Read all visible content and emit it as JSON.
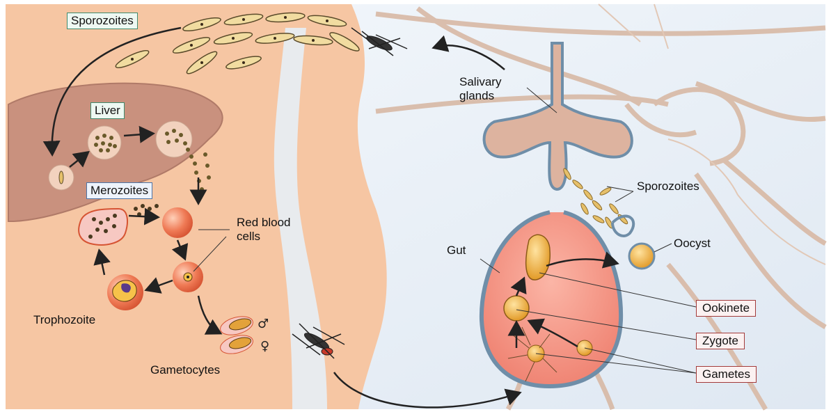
{
  "labels": {
    "sporozoites_top": "Sporozoites",
    "liver": "Liver",
    "merozoites": "Merozoites",
    "red_blood_cells": "Red blood\ncells",
    "trophozoite": "Trophozoite",
    "gametocytes": "Gametocytes",
    "salivary_glands": "Salivary\nglands",
    "sporozoites_right": "Sporozoites",
    "oocyst": "Oocyst",
    "gut": "Gut",
    "ookinete": "Ookinete",
    "zygote": "Zygote",
    "gametes": "Gametes"
  },
  "symbols": {
    "male": "♂",
    "female": "♀"
  },
  "colors": {
    "skin": "#f6c6a3",
    "liver": "#c9917e",
    "gut_inner": "#f08a7c",
    "parasite": "#e3a23a",
    "rbc": "#ec6d4a",
    "mosquito_outline": "#d6b4a1",
    "background_right": "#eef4fa"
  }
}
